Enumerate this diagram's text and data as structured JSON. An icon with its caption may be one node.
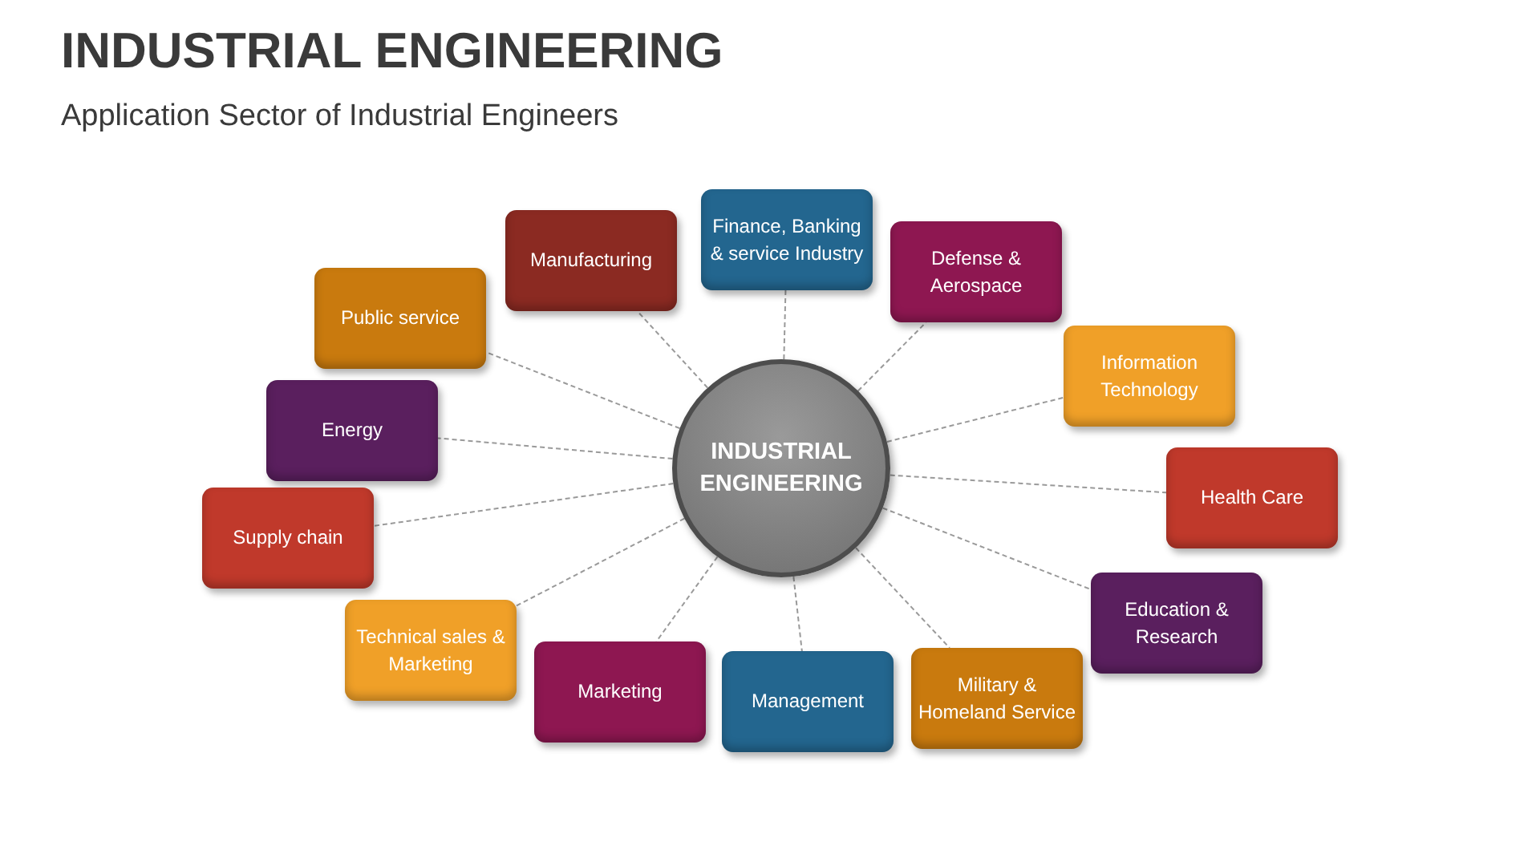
{
  "diagram": {
    "title": "INDUSTRIAL ENGINEERING",
    "caption": "Application Sector of Industrial Engineers",
    "nodes": [
      {
        "text": [
          "INDUSTRIAL ENGINEERING"
        ]
      },
      {
        "text": [
          "Manufacturing"
        ]
      },
      {
        "text": [
          "Finance, Banking & service Industry"
        ]
      },
      {
        "text": [
          "Defense & Aerospace"
        ]
      },
      {
        "text": [
          "Public service"
        ]
      },
      {
        "text": [
          "Information Technology"
        ]
      },
      {
        "text": [
          "Energy"
        ]
      },
      {
        "text": [
          "Health Care"
        ]
      },
      {
        "text": [
          "Supply chain"
        ]
      },
      {
        "text": [
          "Education & Research"
        ]
      },
      {
        "text": [
          "Technical sales & Marketing"
        ]
      },
      {
        "text": [
          "Marketing"
        ]
      },
      {
        "text": [
          "Management"
        ]
      },
      {
        "text": [
          "Military & Homeland Service"
        ]
      }
    ],
    "edges": [
      {
        "from": 0,
        "to": 1,
        "arrow": "none",
        "style": "dashed"
      },
      {
        "from": 0,
        "to": 2,
        "arrow": "none",
        "style": "dashed"
      },
      {
        "from": 0,
        "to": 3,
        "arrow": "none",
        "style": "dashed"
      },
      {
        "from": 0,
        "to": 4,
        "arrow": "none",
        "style": "dashed"
      },
      {
        "from": 0,
        "to": 5,
        "arrow": "none",
        "style": "dashed"
      },
      {
        "from": 0,
        "to": 6,
        "arrow": "none",
        "style": "dashed"
      },
      {
        "from": 0,
        "to": 7,
        "arrow": "none",
        "style": "dashed"
      },
      {
        "from": 0,
        "to": 8,
        "arrow": "none",
        "style": "dashed"
      },
      {
        "from": 0,
        "to": 9,
        "arrow": "none",
        "style": "dashed"
      },
      {
        "from": 0,
        "to": 10,
        "arrow": "none",
        "style": "dashed"
      },
      {
        "from": 0,
        "to": 11,
        "arrow": "none",
        "style": "dashed"
      },
      {
        "from": 0,
        "to": 12,
        "arrow": "none",
        "style": "dashed"
      },
      {
        "from": 0,
        "to": 13,
        "arrow": "none",
        "style": "dashed"
      }
    ]
  }
}
